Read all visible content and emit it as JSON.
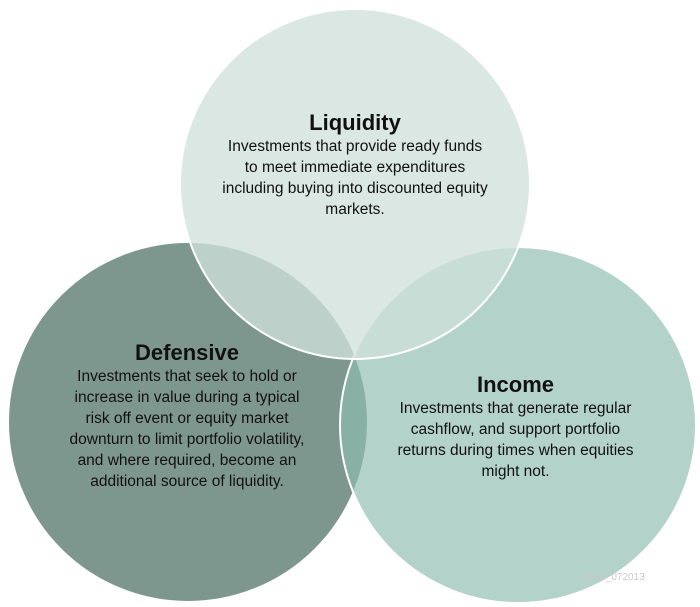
{
  "circles": [
    {
      "title": "Liquidity",
      "description": "Investments that provide ready funds to meet immediate expenditures including buying into discounted equity markets.",
      "color": "#d8e6e2"
    },
    {
      "title": "Defensive",
      "description": "Investments that seek to hold or increase in value during a typical risk off event or equity market downturn to limit portfolio volatility, and where required, become an additional source of liquidity.",
      "color": "#7e978e"
    },
    {
      "title": "Income",
      "description": "Investments that generate regular cashflow, and support portfolio returns during times when equities might not.",
      "color": "#b2cfc7"
    }
  ],
  "watermark": "33639_072013"
}
